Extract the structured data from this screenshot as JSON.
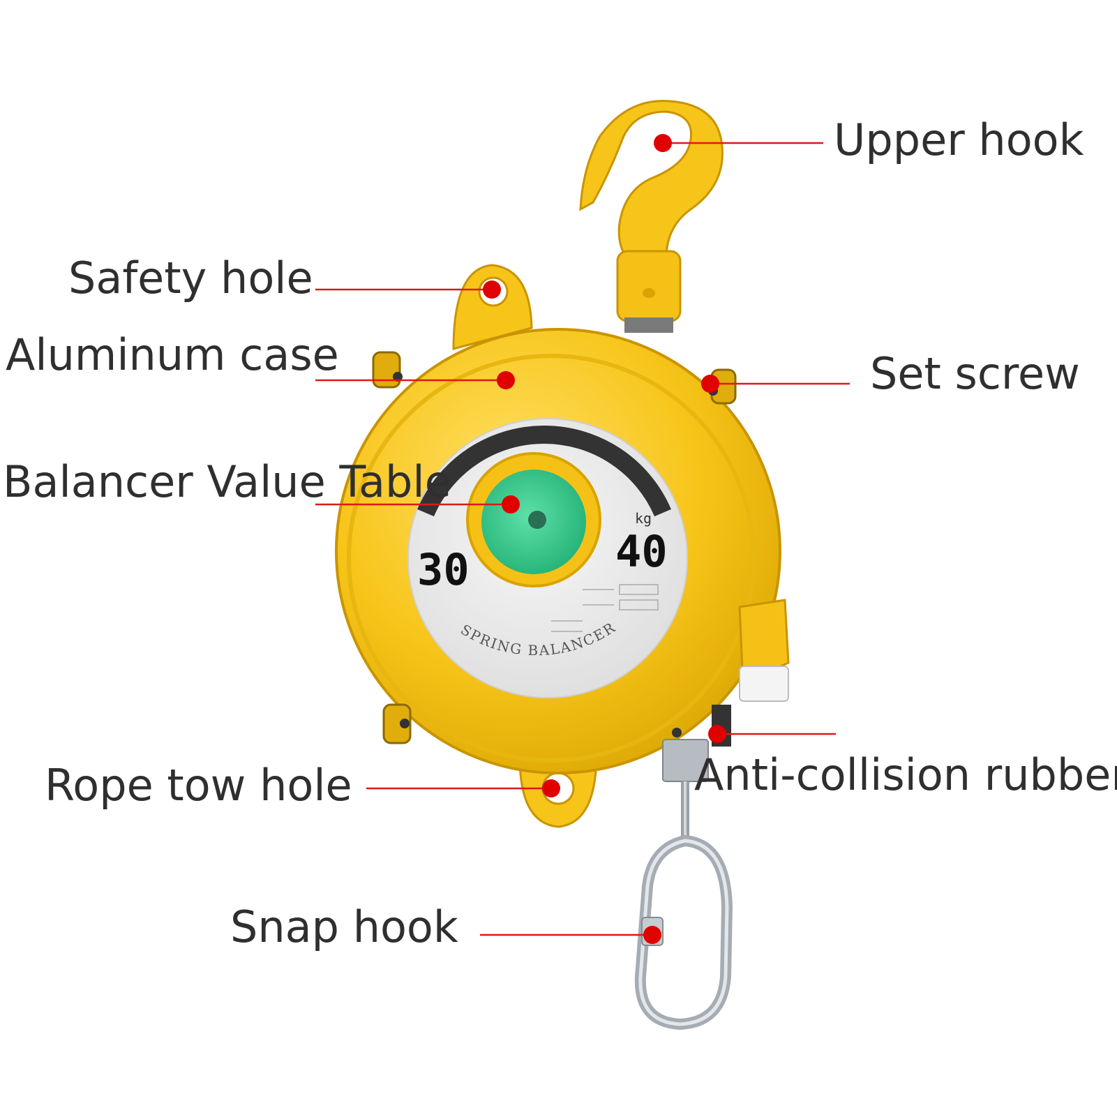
{
  "colors": {
    "body_yellow": "#f7c51a",
    "body_shadow": "#d9a300",
    "highlight_yellow": "#ffe066",
    "dial_face": "#ececec",
    "center_green": "#34c98a",
    "leader_line": "#e01818",
    "marker_dot": "#e00000",
    "label_text": "#2f2f2f",
    "steel": "#b7bcc2"
  },
  "callouts": [
    {
      "id": "upper-hook",
      "label": "Upper hook"
    },
    {
      "id": "safety-hole",
      "label": "Safety hole"
    },
    {
      "id": "aluminum-case",
      "label": "Aluminum case"
    },
    {
      "id": "set-screw",
      "label": "Set screw"
    },
    {
      "id": "balancer-value-table",
      "label": "Balancer Value Table"
    },
    {
      "id": "rope-tow-hole",
      "label": "Rope tow hole"
    },
    {
      "id": "anti-collision-rubber",
      "label": "Anti-collision rubber"
    },
    {
      "id": "snap-hook",
      "label": "Snap hook"
    }
  ],
  "dial": {
    "min_value": "30",
    "max_value": "40",
    "unit": "kg",
    "arc_text": "SPRING BALANCER"
  }
}
